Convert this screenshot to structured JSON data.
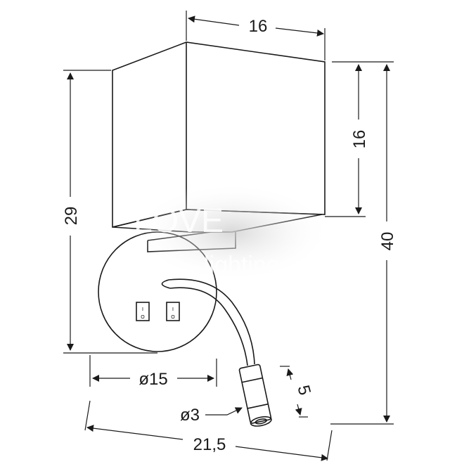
{
  "dimensions": {
    "shade_width": "16",
    "shade_height": "16",
    "total_height": "40",
    "upper_height": "29",
    "base_diameter": "ø15",
    "reading_light_length": "5",
    "reading_light_diameter": "ø3",
    "total_depth": "21,5"
  },
  "switches": {
    "on": "I",
    "off": "O"
  },
  "watermark": {
    "line1": "LOVE",
    "line2": "lighting"
  }
}
